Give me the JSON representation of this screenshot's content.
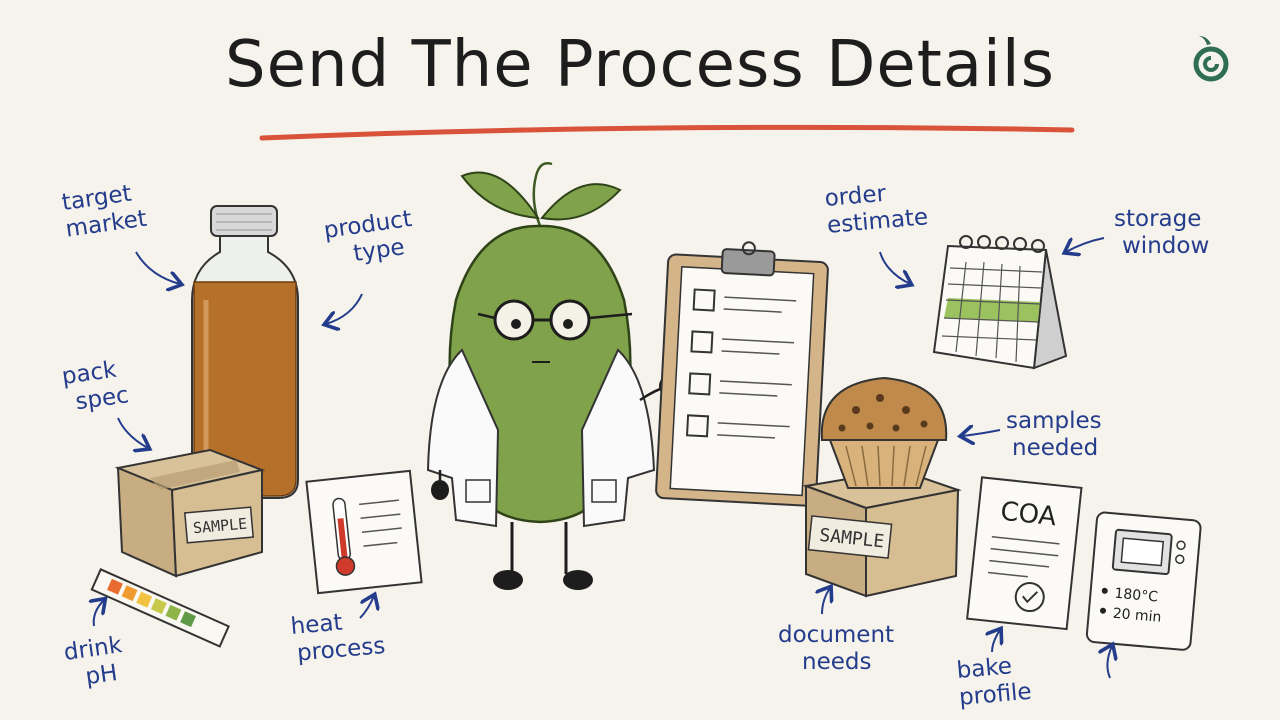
{
  "title": "Send The Process Details",
  "labels": {
    "target_market": [
      "target",
      "market"
    ],
    "product_type": [
      "product",
      "type"
    ],
    "pack_spec": [
      "pack",
      "spec"
    ],
    "drink_ph": [
      "drink",
      "pH"
    ],
    "heat_process": [
      "heat",
      "process"
    ],
    "order_estimate": [
      "order",
      "estimate"
    ],
    "storage_window": [
      "storage",
      "window"
    ],
    "samples_needed": [
      "samples",
      "needed"
    ],
    "document_needs": [
      "document",
      "needs"
    ],
    "bake_profile": [
      "bake",
      "profile"
    ]
  },
  "box_label": "SAMPLE",
  "coa_label": "COA",
  "oven": {
    "temperature": "180°C",
    "time": "20 min"
  },
  "colors": {
    "ink": "#1d1d1d",
    "annotation": "#243c8c",
    "underline": "#d9533a",
    "character": "#7fa24a",
    "logo": "#2f6e52"
  }
}
